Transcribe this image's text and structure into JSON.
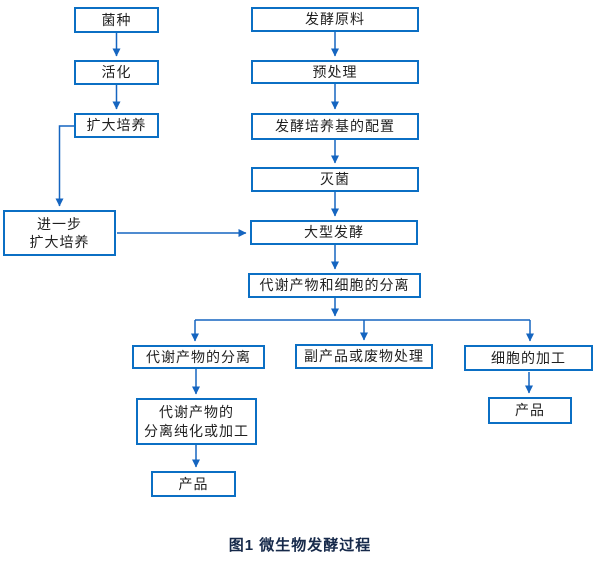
{
  "figure": {
    "caption": "图1 微生物发酵过程"
  },
  "colors": {
    "box_border": "#0b6fc4",
    "connector": "#1565c0",
    "box_text": "#1f1f1f",
    "caption_text": "#16294a",
    "background": "#ffffff"
  },
  "nodes": {
    "seed": {
      "label": "菌种"
    },
    "activation": {
      "label": "活化"
    },
    "expansion": {
      "label": "扩大培养"
    },
    "further_expansion": {
      "label": "进一步\n扩大培养"
    },
    "raw_material": {
      "label": "发酵原料"
    },
    "pretreatment": {
      "label": "预处理"
    },
    "medium_prep": {
      "label": "发酵培养基的配置"
    },
    "sterilization": {
      "label": "灭菌"
    },
    "large_fermentation": {
      "label": "大型发酵"
    },
    "metabolite_cell_separation": {
      "label": "代谢产物和细胞的分离"
    },
    "metabolite_separation": {
      "label": "代谢产物的分离"
    },
    "byproduct_treatment": {
      "label": "副产品或废物处理"
    },
    "cell_processing": {
      "label": "细胞的加工"
    },
    "purification": {
      "label": "代谢产物的\n分离纯化或加工"
    },
    "product_left": {
      "label": "产品"
    },
    "product_right": {
      "label": "产品"
    }
  },
  "edges": [
    {
      "from": "seed",
      "to": "activation"
    },
    {
      "from": "activation",
      "to": "expansion"
    },
    {
      "from": "expansion",
      "to": "further_expansion"
    },
    {
      "from": "further_expansion",
      "to": "large_fermentation"
    },
    {
      "from": "raw_material",
      "to": "pretreatment"
    },
    {
      "from": "pretreatment",
      "to": "medium_prep"
    },
    {
      "from": "medium_prep",
      "to": "sterilization"
    },
    {
      "from": "sterilization",
      "to": "large_fermentation"
    },
    {
      "from": "large_fermentation",
      "to": "metabolite_cell_separation"
    },
    {
      "from": "metabolite_cell_separation",
      "to": "metabolite_separation"
    },
    {
      "from": "metabolite_cell_separation",
      "to": "byproduct_treatment"
    },
    {
      "from": "metabolite_cell_separation",
      "to": "cell_processing"
    },
    {
      "from": "metabolite_separation",
      "to": "purification"
    },
    {
      "from": "purification",
      "to": "product_left"
    },
    {
      "from": "cell_processing",
      "to": "product_right"
    }
  ]
}
